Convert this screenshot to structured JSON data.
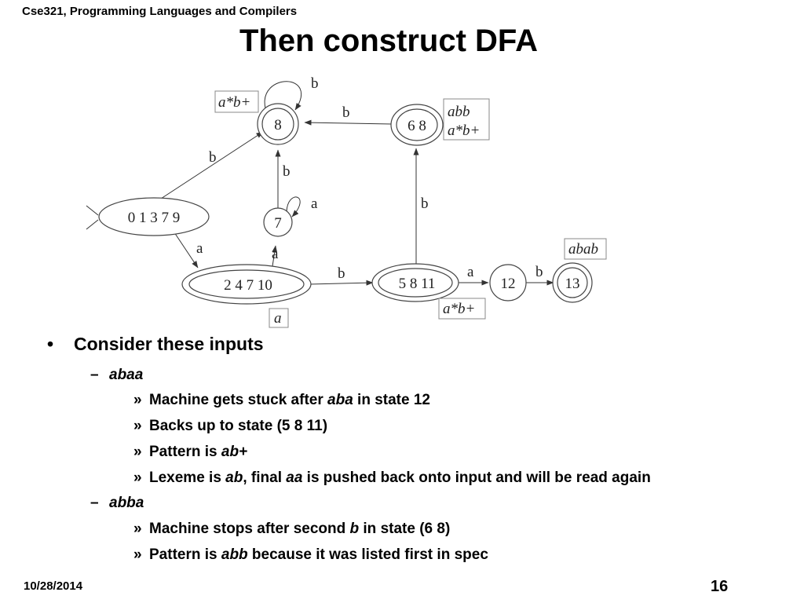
{
  "header": {
    "course": "Cse321, Programming Languages and Compilers",
    "title": "Then construct DFA"
  },
  "diagram": {
    "states": {
      "start": "0 1 3 7 9",
      "s2": "2 4 7 10",
      "s7": "7",
      "s8": "8",
      "s68": "6 8",
      "s5811": "5 8 11",
      "s12": "12",
      "s13": "13"
    },
    "edge_labels": {
      "start_to_8": "b",
      "start_to_2": "a",
      "s2_to_7": "a",
      "s2_to_5811": "b",
      "loop_7": "a",
      "s7_to_8": "b",
      "loop_8": "b",
      "s68_to_8": "b",
      "s5811_to_68": "b",
      "s5811_to_12": "a",
      "s12_to_13": "b"
    },
    "pattern_boxes": {
      "s8": "a*b+",
      "s68_line1": "abb",
      "s68_line2": "a*b+",
      "s2": "a",
      "s5811": "a*b+",
      "s13": "abab"
    }
  },
  "bullets": {
    "main": "Consider these inputs",
    "bullet_mark": "•",
    "dash_mark": "–",
    "sub_mark": "»",
    "input1": "abaa",
    "input1_items": {
      "i1_pre": "Machine gets stuck after ",
      "i1_em": "aba",
      "i1_post": " in state 12",
      "i2": "Backs up to state (5 8 11)",
      "i3_pre": "Pattern is ",
      "i3_em": "ab+",
      "i4_pre": "Lexeme is ",
      "i4_em1": "ab",
      "i4_mid": ", final ",
      "i4_em2": "aa",
      "i4_post": " is pushed back onto input and will be read again"
    },
    "input2": "abba",
    "input2_items": {
      "j1_pre": "Machine stops after second ",
      "j1_em": "b",
      "j1_post": " in state (6 8)",
      "j2_pre": "Pattern is ",
      "j2_em": "abb",
      "j2_post": " because it was listed first in spec"
    }
  },
  "footer": {
    "date": "10/28/2014",
    "page": "16"
  }
}
